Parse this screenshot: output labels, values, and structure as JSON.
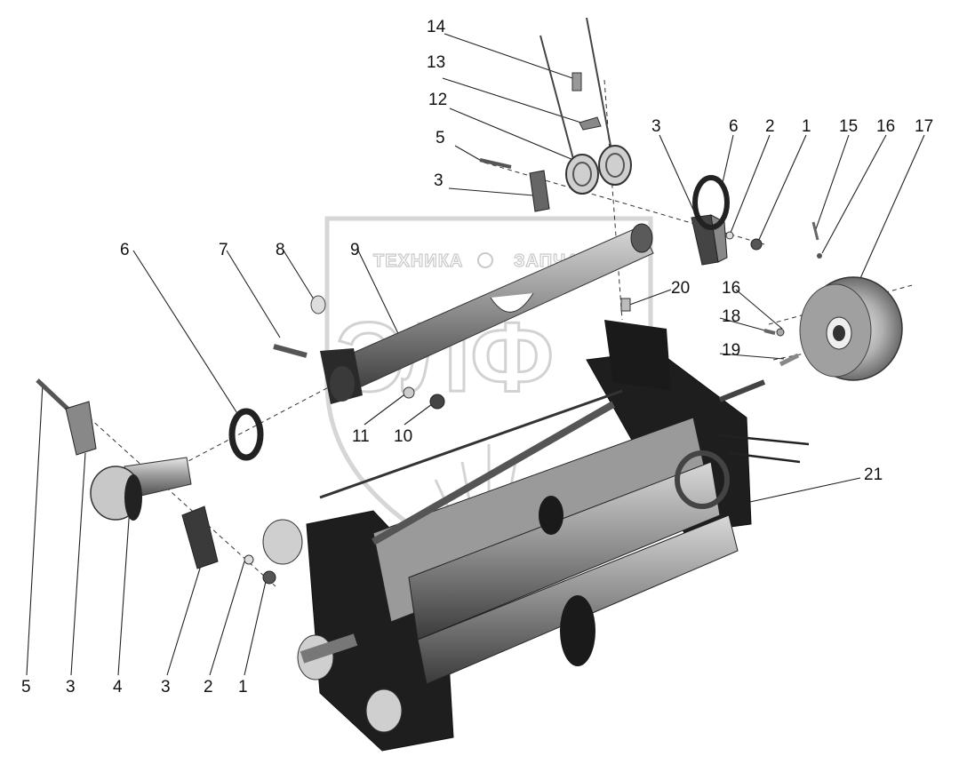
{
  "watermark": {
    "brand_line": "ТЕХНИКА",
    "brand_line_2": "ЗАПЧАСТИ",
    "logo_letters": "ЭЛФ"
  },
  "callouts": {
    "c14": "14",
    "c13": "13",
    "c12": "12",
    "c5_top": "5",
    "c3_top": "3",
    "c3_right": "3",
    "c6_right": "6",
    "c2_right": "2",
    "c1_right": "1",
    "c15": "15",
    "c16_top": "16",
    "c17": "17",
    "c6_left": "6",
    "c7": "7",
    "c8": "8",
    "c9": "9",
    "c20": "20",
    "c16_mid": "16",
    "c18": "18",
    "c19": "19",
    "c11": "11",
    "c10": "10",
    "c21": "21",
    "b5": "5",
    "b3a": "3",
    "b4": "4",
    "b3b": "3",
    "b2": "2",
    "b1": "1"
  }
}
